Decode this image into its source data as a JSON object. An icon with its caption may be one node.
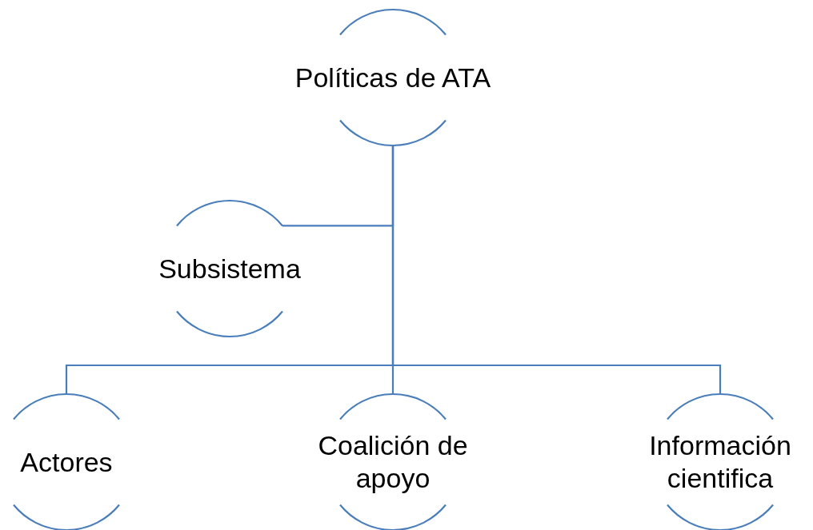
{
  "diagram": {
    "nodes": [
      {
        "text": [
          "Políticas de ATA"
        ]
      },
      {
        "text": [
          "Subsistema"
        ]
      },
      {
        "text": [
          "Actores"
        ]
      },
      {
        "text": [
          "Coalición de apoyo"
        ]
      },
      {
        "text": [
          "Información cientifica"
        ]
      }
    ],
    "edges": [
      {
        "from": 0,
        "to": 1,
        "arrow": "none"
      },
      {
        "from": 0,
        "to": 2,
        "arrow": "none"
      },
      {
        "from": 0,
        "to": 3,
        "arrow": "none"
      },
      {
        "from": 0,
        "to": 4,
        "arrow": "none"
      }
    ]
  }
}
